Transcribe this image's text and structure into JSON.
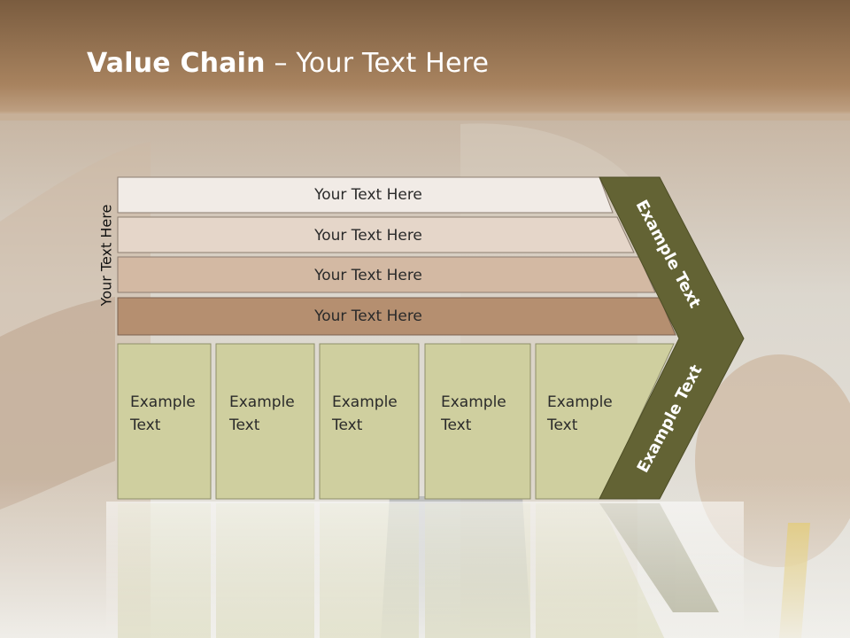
{
  "slide": {
    "title_bold": "Value Chain",
    "title_rest": " – Your Text Here"
  },
  "diagram": {
    "side_label": "Your Text Here",
    "bars": [
      {
        "label": "Your Text Here",
        "color": "#f1ebe6"
      },
      {
        "label": "Your Text Here",
        "color": "#e5d6c9"
      },
      {
        "label": "Your Text Here",
        "color": "#d3b9a3"
      },
      {
        "label": "Your Text Here",
        "color": "#b58f70"
      }
    ],
    "cells": [
      {
        "line1": "Example",
        "line2": "Text"
      },
      {
        "line1": "Example",
        "line2": "Text"
      },
      {
        "line1": "Example",
        "line2": "Text"
      },
      {
        "line1": "Example",
        "line2": "Text"
      },
      {
        "line1": "Example",
        "line2": "Text"
      }
    ],
    "chevron_upper": "Example Text",
    "chevron_lower": "Example Text",
    "colors": {
      "cell_fill": "#cfcf9f",
      "chevron_fill": "#636334",
      "header_band": "#8a6a4a"
    }
  }
}
